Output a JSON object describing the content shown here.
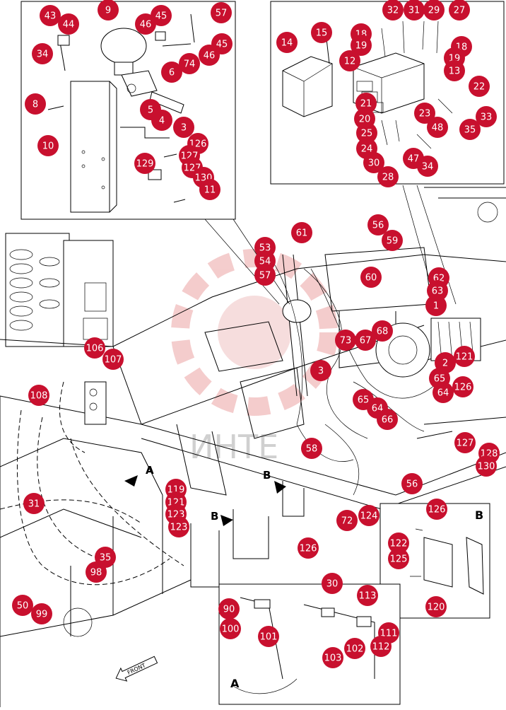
{
  "watermark": "ИНТЕ",
  "view_labels": {
    "a_main": "A",
    "b_main_1": "B",
    "b_main_2": "B",
    "b_inset": "B",
    "a_inset": "A"
  },
  "front_label": "FRONT",
  "colors": {
    "callout": "#c8102e",
    "callout_text": "#ffffff",
    "watermark": "#e8a0a0"
  },
  "callouts": [
    "43",
    "44",
    "9",
    "46",
    "45",
    "57",
    "34",
    "74",
    "46",
    "45",
    "6",
    "8",
    "5",
    "4",
    "3",
    "10",
    "126",
    "127",
    "129",
    "127",
    "130",
    "11",
    "32",
    "31",
    "29",
    "27",
    "18",
    "19",
    "15",
    "12",
    "14",
    "18",
    "19",
    "13",
    "22",
    "21",
    "20",
    "23",
    "48",
    "33",
    "35",
    "25",
    "24",
    "30",
    "47",
    "34",
    "28",
    "61",
    "56",
    "59",
    "53",
    "54",
    "57",
    "60",
    "62",
    "63",
    "1",
    "73",
    "67",
    "68",
    "3",
    "2",
    "121",
    "65",
    "126",
    "64",
    "65",
    "64",
    "66",
    "106",
    "107",
    "108",
    "58",
    "56",
    "127",
    "128",
    "130",
    "72",
    "124",
    "119",
    "121",
    "123",
    "126",
    "123",
    "31",
    "35",
    "98",
    "50",
    "99",
    "126",
    "122",
    "125",
    "120",
    "30",
    "113",
    "90",
    "100",
    "101",
    "102",
    "103",
    "111",
    "112"
  ]
}
